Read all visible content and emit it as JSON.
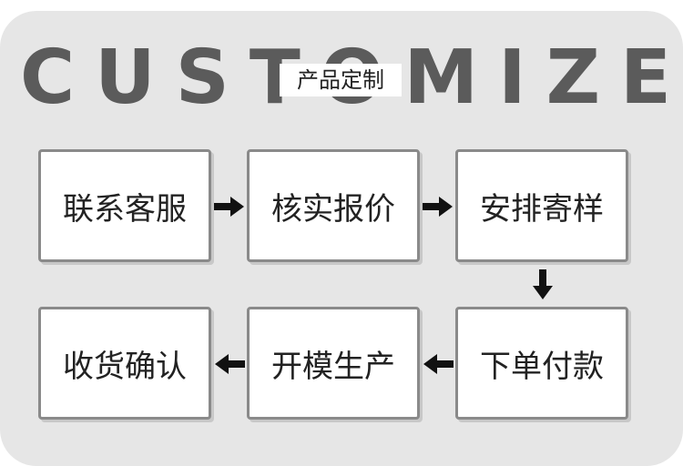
{
  "title": "CUSTOMIZE",
  "subtitle": "产品定制",
  "steps": [
    "联系客服",
    "核实报价",
    "安排寄样",
    "下单付款",
    "开模生产",
    "收货确认"
  ]
}
